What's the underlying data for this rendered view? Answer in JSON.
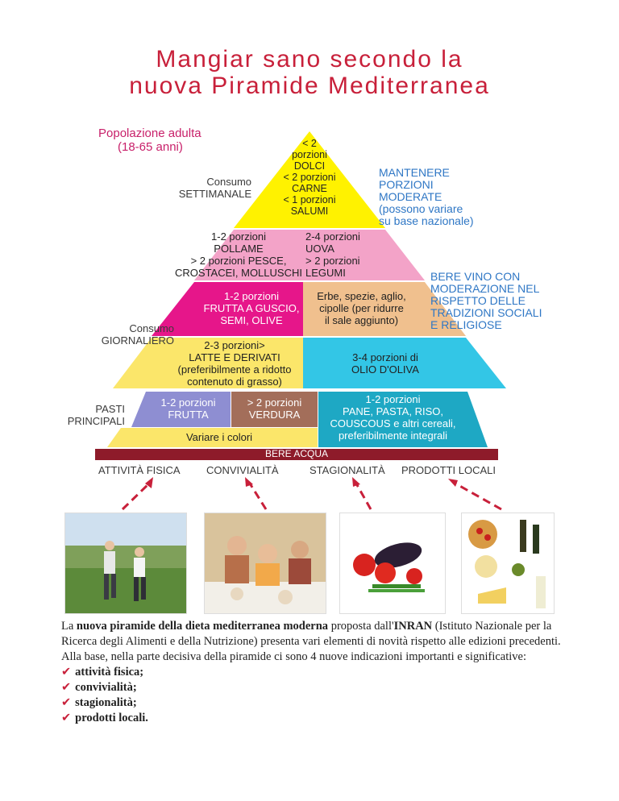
{
  "title": {
    "line1": "Mangiar sano secondo la",
    "line2": "nuova Piramide Mediterranea"
  },
  "pyramid": {
    "population": {
      "line1": "Popolazione adulta",
      "line2": "(18-65 anni)"
    },
    "weekly": {
      "line1": "Consumo",
      "line2": "SETTIMANALE"
    },
    "daily": {
      "line1": "Consumo",
      "line2": "GIORNALIERO"
    },
    "meals": {
      "line1": "PASTI",
      "line2": "PRINCIPALI"
    },
    "top": {
      "l1": "< 2",
      "l2": "porzioni",
      "l3": "DOLCI",
      "l4": "< 2 porzioni",
      "l5": "CARNE",
      "l6": "< 1 porzioni",
      "l7": "SALUMI"
    },
    "weekly_left": {
      "l1": "1-2 porzioni",
      "l2": "POLLAME",
      "l3": "> 2 porzioni PESCE,",
      "l4": "CROSTACEI, MOLLUSCHI"
    },
    "weekly_right": {
      "l1": "2-4 porzioni",
      "l2": "UOVA",
      "l3": "> 2 porzioni",
      "l4": "LEGUMI"
    },
    "nuts": {
      "l1": "1-2 porzioni",
      "l2": "FRUTTA A GUSCIO,",
      "l3": "SEMI, OLIVE"
    },
    "herbs": {
      "l1": "Erbe, spezie, aglio,",
      "l2": "cipolle (per ridurre",
      "l3": "il sale aggiunto)"
    },
    "dairy": {
      "l1": "2-3 porzioni>",
      "l2": "LATTE E DERIVATI",
      "l3": "(preferibilmente a ridotto",
      "l4": "contenuto di grasso)"
    },
    "oil": {
      "l1": "3-4 porzioni di",
      "l2": "OLIO D'OLIVA"
    },
    "fruit": {
      "l1": "1-2 porzioni",
      "l2": "FRUTTA"
    },
    "veg": {
      "l1": "> 2 porzioni",
      "l2": "VERDURA"
    },
    "grains": {
      "l1": "1-2 porzioni",
      "l2": "PANE, PASTA, RISO,",
      "l3": "COUSCOUS e altri cereali,",
      "l4": "preferibilmente integrali"
    },
    "colors": "Variare i colori",
    "water": "BERE ACQUA",
    "moderate": {
      "l1": "MANTENERE",
      "l2": "PORZIONI",
      "l3": "MODERATE",
      "l4": "(possono variare",
      "l5": "su base nazionale)"
    },
    "wine": {
      "l1": "BERE VINO CON",
      "l2": "MODERAZIONE NEL",
      "l3": "RISPETTO DELLE",
      "l4": "TRADIZIONI SOCIALI",
      "l5": "E RELIGIOSE"
    },
    "base": {
      "activity": "ATTIVITÀ FISICA",
      "conviviality": "CONVIVIALITÀ",
      "seasonality": "STAGIONALITÀ",
      "local": "PRODOTTI LOCALI"
    }
  },
  "colors": {
    "title": "#c8203a",
    "yellow": "#fff200",
    "pink": "#f3a3c8",
    "magenta": "#e6168a",
    "tan": "#f0c08e",
    "cyan": "#33c6e6",
    "lavender": "#8e8ed2",
    "brown": "#a36e5a",
    "teal": "#1ea8c4",
    "lightyellow": "#fbe66a",
    "darkred": "#8e1b2a",
    "arrow": "#c8203a"
  },
  "text": {
    "p1_a": "La ",
    "p1_b": "nuova piramide della dieta mediterranea moderna",
    "p1_c": " proposta dall'",
    "p1_d": "INRAN",
    "p1_e": " (Istituto Nazionale per la Ricerca degli Alimenti e della Nutrizione) presenta vari elementi di novità rispetto alle edizioni precedenti.",
    "p2": "Alla base, nella parte decisiva della piramide ci sono 4 nuove indicazioni importanti e significative:",
    "bullets": [
      "attività fisica;",
      "convivialità;",
      "stagionalità;",
      "prodotti locali."
    ]
  }
}
